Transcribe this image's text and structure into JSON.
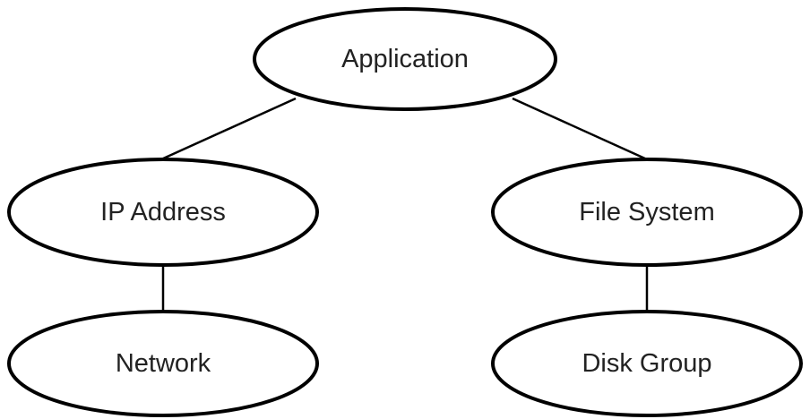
{
  "nodes": {
    "application": {
      "label": "Application"
    },
    "ip_address": {
      "label": "IP Address"
    },
    "file_system": {
      "label": "File System"
    },
    "network": {
      "label": "Network"
    },
    "disk_group": {
      "label": "Disk Group"
    }
  },
  "edges": [
    {
      "from": "application",
      "to": "ip_address"
    },
    {
      "from": "application",
      "to": "file_system"
    },
    {
      "from": "ip_address",
      "to": "network"
    },
    {
      "from": "file_system",
      "to": "disk_group"
    }
  ]
}
